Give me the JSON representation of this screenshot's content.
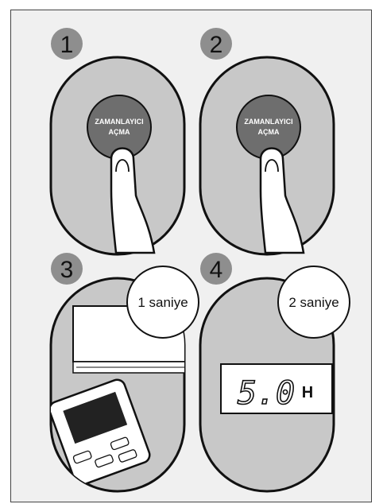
{
  "panels": [
    {
      "step": "1",
      "button_line1": "ZAMANLAYICI",
      "button_line2": "AÇMA"
    },
    {
      "step": "2",
      "button_line1": "ZAMANLAYICI",
      "button_line2": "AÇMA"
    },
    {
      "step": "3",
      "duration": "1 saniye"
    },
    {
      "step": "4",
      "duration": "2 saniye",
      "display_value": "5.0",
      "display_unit": "H"
    }
  ],
  "colors": {
    "frame_bg": "#f0f0f0",
    "oval_fill": "#c8c8c8",
    "step_badge": "#8e8e8e",
    "button_fill": "#6e6e6e",
    "outline": "#111111"
  },
  "icons": [
    "finger-press-icon",
    "air-conditioner-icon",
    "remote-control-icon"
  ]
}
